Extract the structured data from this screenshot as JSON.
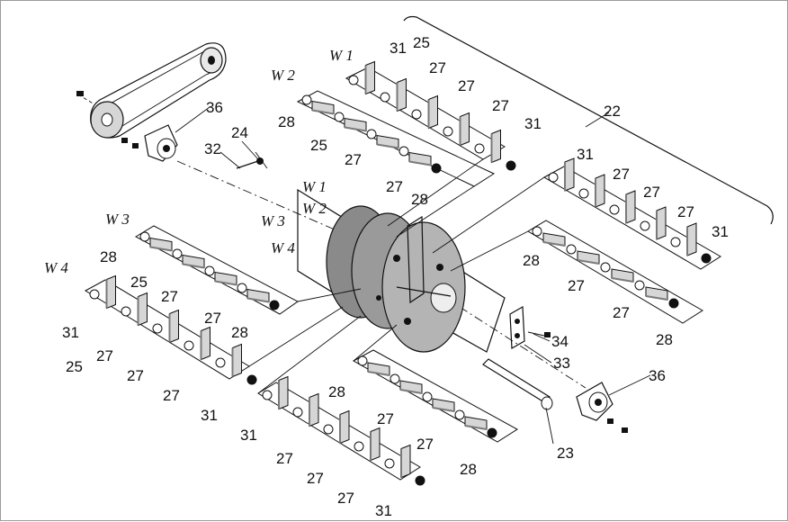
{
  "part_numbers": {
    "p22": "22",
    "p23": "23",
    "p24": "24",
    "p25": "25",
    "p27": "27",
    "p28": "28",
    "p31": "31",
    "p32": "32",
    "p33": "33",
    "p34": "34",
    "p36": "36"
  },
  "wheel_labels": {
    "w1": "W 1",
    "w2": "W 2",
    "w3": "W 3",
    "w4": "W 4"
  },
  "colors": {
    "ink": "#111111",
    "paper": "#ffffff",
    "shade": "#7a7a7a",
    "light": "#d6d6d6"
  }
}
